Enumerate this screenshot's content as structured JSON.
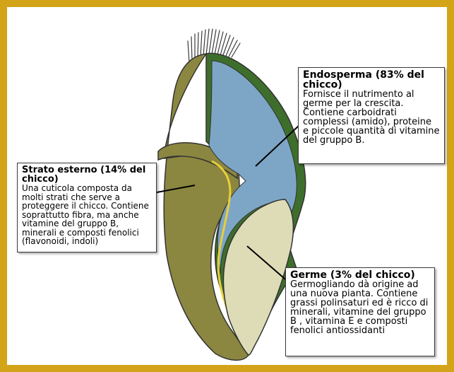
{
  "colors": {
    "frame": "#d4a418",
    "bran": "#8b8740",
    "endosperm": "#7da6c6",
    "germ": "#dedcb6",
    "outer_layer": "#3e6e2c",
    "aleurone": "#e8cf37"
  },
  "labels": {
    "strato": {
      "title": "Strato esterno (14% del chicco)",
      "text": "Una cuticola composta da molti strati che serve a proteggere il chicco. Contiene soprattutto fibra, ma anche vitamine del gruppo B, minerali e composti fenolici (flavonoidi, indoli)"
    },
    "endosperma": {
      "title": "Endosperma (83% del chicco)",
      "text": "Fornisce il nutrimento al germe per la crescita. Contiene carboidrati complessi (amido), proteine e piccole quantità di vitamine del gruppo B."
    },
    "germe": {
      "title": "Germe (3% del chicco)",
      "text": "Germogliando dà origine ad una nuova pianta. Contiene grassi polinsaturi ed è ricco di minerali, vitamine del gruppo B , vitamina E e composti fenolici antiossidanti"
    }
  }
}
